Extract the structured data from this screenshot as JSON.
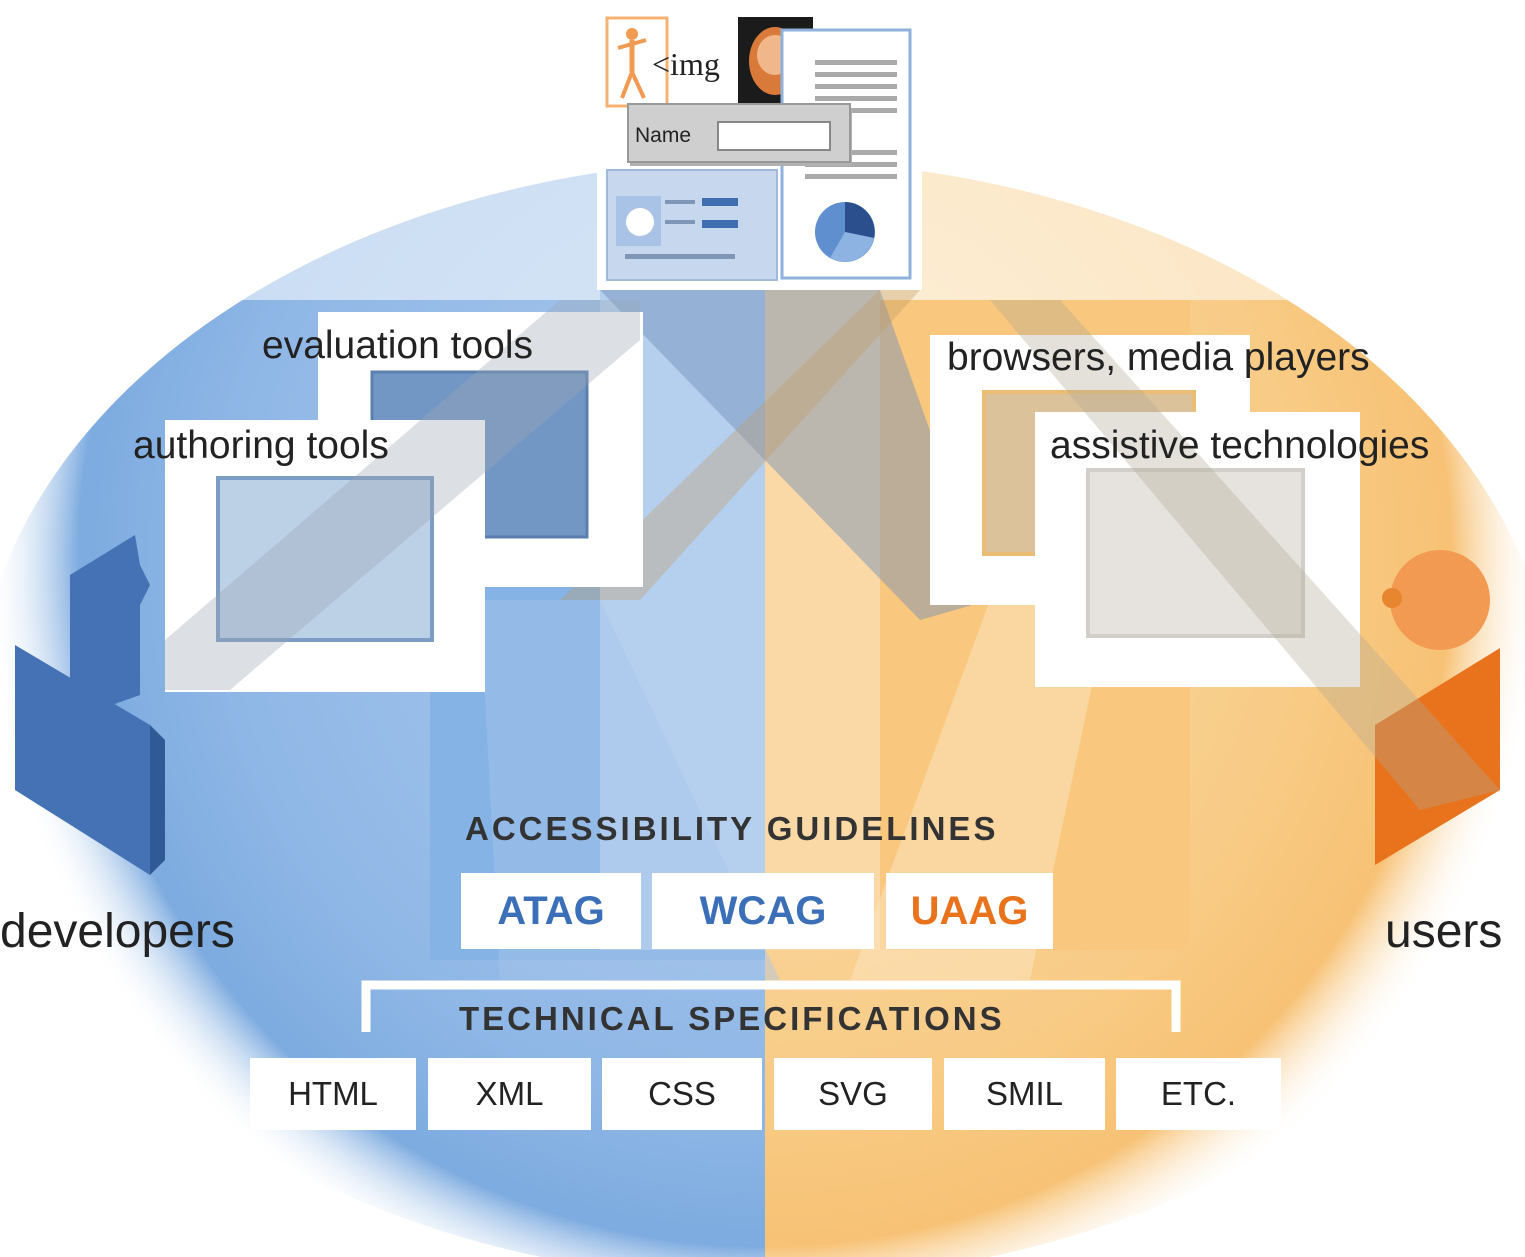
{
  "diagram": {
    "tools": {
      "evaluation": "evaluation tools",
      "authoring": "authoring tools",
      "browsers": "browsers, media players",
      "assistive": "assistive technologies"
    },
    "roles": {
      "developers": "developers",
      "users": "users"
    },
    "content_sample": {
      "img_tag": "<img",
      "name_label": "Name"
    },
    "guidelines": {
      "heading": "ACCESSIBILITY GUIDELINES",
      "items": [
        {
          "label": "ATAG",
          "color": "#3b6fb8"
        },
        {
          "label": "WCAG",
          "color": "#3b6fb8"
        },
        {
          "label": "UAAG",
          "color": "#e8731c"
        }
      ]
    },
    "specifications": {
      "heading": "TECHNICAL SPECIFICATIONS",
      "items": [
        "HTML",
        "XML",
        "CSS",
        "SVG",
        "SMIL",
        "ETC."
      ]
    },
    "colors": {
      "developer_blue": "#4472b5",
      "user_orange": "#e8731c",
      "light_blue": "#8db8e6",
      "light_orange": "#f7c67f"
    }
  }
}
